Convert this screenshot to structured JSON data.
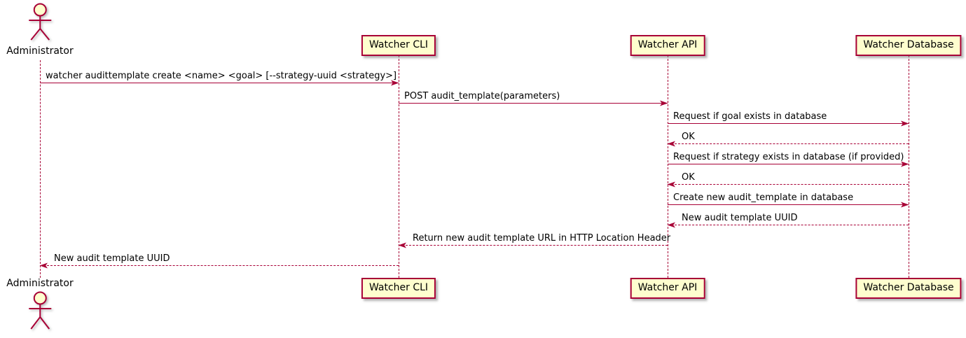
{
  "colors": {
    "accent": "#A80036",
    "participant_fill": "#FEFECE",
    "text": "#000000",
    "background": "#FFFFFF"
  },
  "icons": {
    "actor": "stick-figure-icon"
  },
  "participants": [
    {
      "id": "administrator",
      "label": "Administrator",
      "type": "actor"
    },
    {
      "id": "cli",
      "label": "Watcher CLI",
      "type": "participant"
    },
    {
      "id": "api",
      "label": "Watcher API",
      "type": "participant"
    },
    {
      "id": "db",
      "label": "Watcher Database",
      "type": "participant"
    }
  ],
  "messages": [
    {
      "from": "administrator",
      "to": "cli",
      "line": "solid",
      "label": "watcher audittemplate create <name> <goal> [--strategy-uuid <strategy>]"
    },
    {
      "from": "cli",
      "to": "api",
      "line": "solid",
      "label": "POST audit_template(parameters)"
    },
    {
      "from": "api",
      "to": "db",
      "line": "solid",
      "label": "Request if goal exists in database"
    },
    {
      "from": "db",
      "to": "api",
      "line": "dashed",
      "label": "OK"
    },
    {
      "from": "api",
      "to": "db",
      "line": "solid",
      "label": "Request if strategy exists in database (if provided)"
    },
    {
      "from": "db",
      "to": "api",
      "line": "dashed",
      "label": "OK"
    },
    {
      "from": "api",
      "to": "db",
      "line": "solid",
      "label": "Create new audit_template in database"
    },
    {
      "from": "db",
      "to": "api",
      "line": "dashed",
      "label": "New audit template UUID"
    },
    {
      "from": "api",
      "to": "cli",
      "line": "dashed",
      "label": "Return new audit template URL in HTTP Location Header"
    },
    {
      "from": "cli",
      "to": "administrator",
      "line": "dashed",
      "label": "New audit template UUID"
    }
  ]
}
